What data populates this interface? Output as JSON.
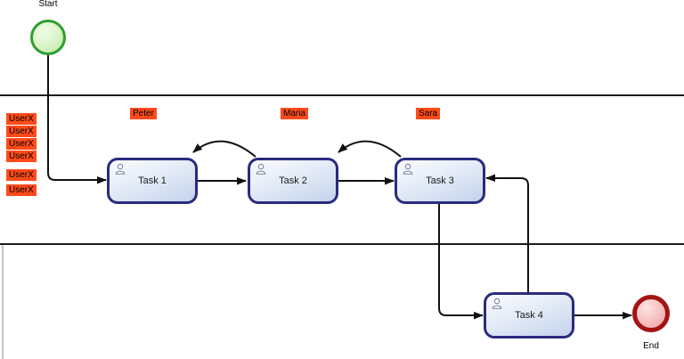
{
  "events": {
    "start": {
      "label": "Start"
    },
    "end": {
      "label": "End"
    }
  },
  "tasks": [
    {
      "label": "Task 1"
    },
    {
      "label": "Task 2"
    },
    {
      "label": "Task 3"
    },
    {
      "label": "Task 4"
    }
  ],
  "assignees": [
    {
      "label": "Peter"
    },
    {
      "label": "Maria"
    },
    {
      "label": "Sara"
    }
  ],
  "user_tags": [
    "UserX",
    "UserX",
    "UserX",
    "UserX",
    "UserX",
    "UserX"
  ],
  "colors": {
    "tag_background": "#ff4b1a",
    "task_border": "#2b2b7e",
    "task_fill_top": "#fbfcfe",
    "task_fill_bottom": "#c3d2ec",
    "start_border": "#2f9e2f",
    "start_fill": "#c9f0b4",
    "end_border": "#a31414",
    "end_fill": "#f6abab",
    "connector": "#111111",
    "lane_line": "#1c1c1c",
    "lane_side_border": "#c8c8c8"
  }
}
